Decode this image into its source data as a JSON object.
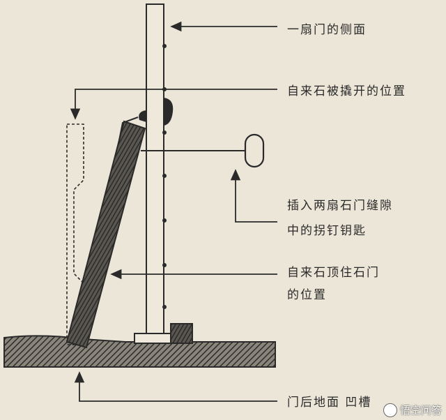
{
  "annotations": {
    "door_side": "一扇门的侧面",
    "stone_raised": "自来石被撬开的位置",
    "key_line1": "插入两扇石门缝隙",
    "key_line2": "中的拐钉钥匙",
    "stone_block_line1": "自来石顶住石门",
    "stone_block_line2": "的位置",
    "ground": "门后地面 凹槽"
  },
  "watermark": {
    "text": "悟空问答",
    "icon": "logo-icon"
  },
  "colors": {
    "background": "#ece6d8",
    "ink": "#2a2a2a",
    "hatch": "#3b3b3b"
  }
}
